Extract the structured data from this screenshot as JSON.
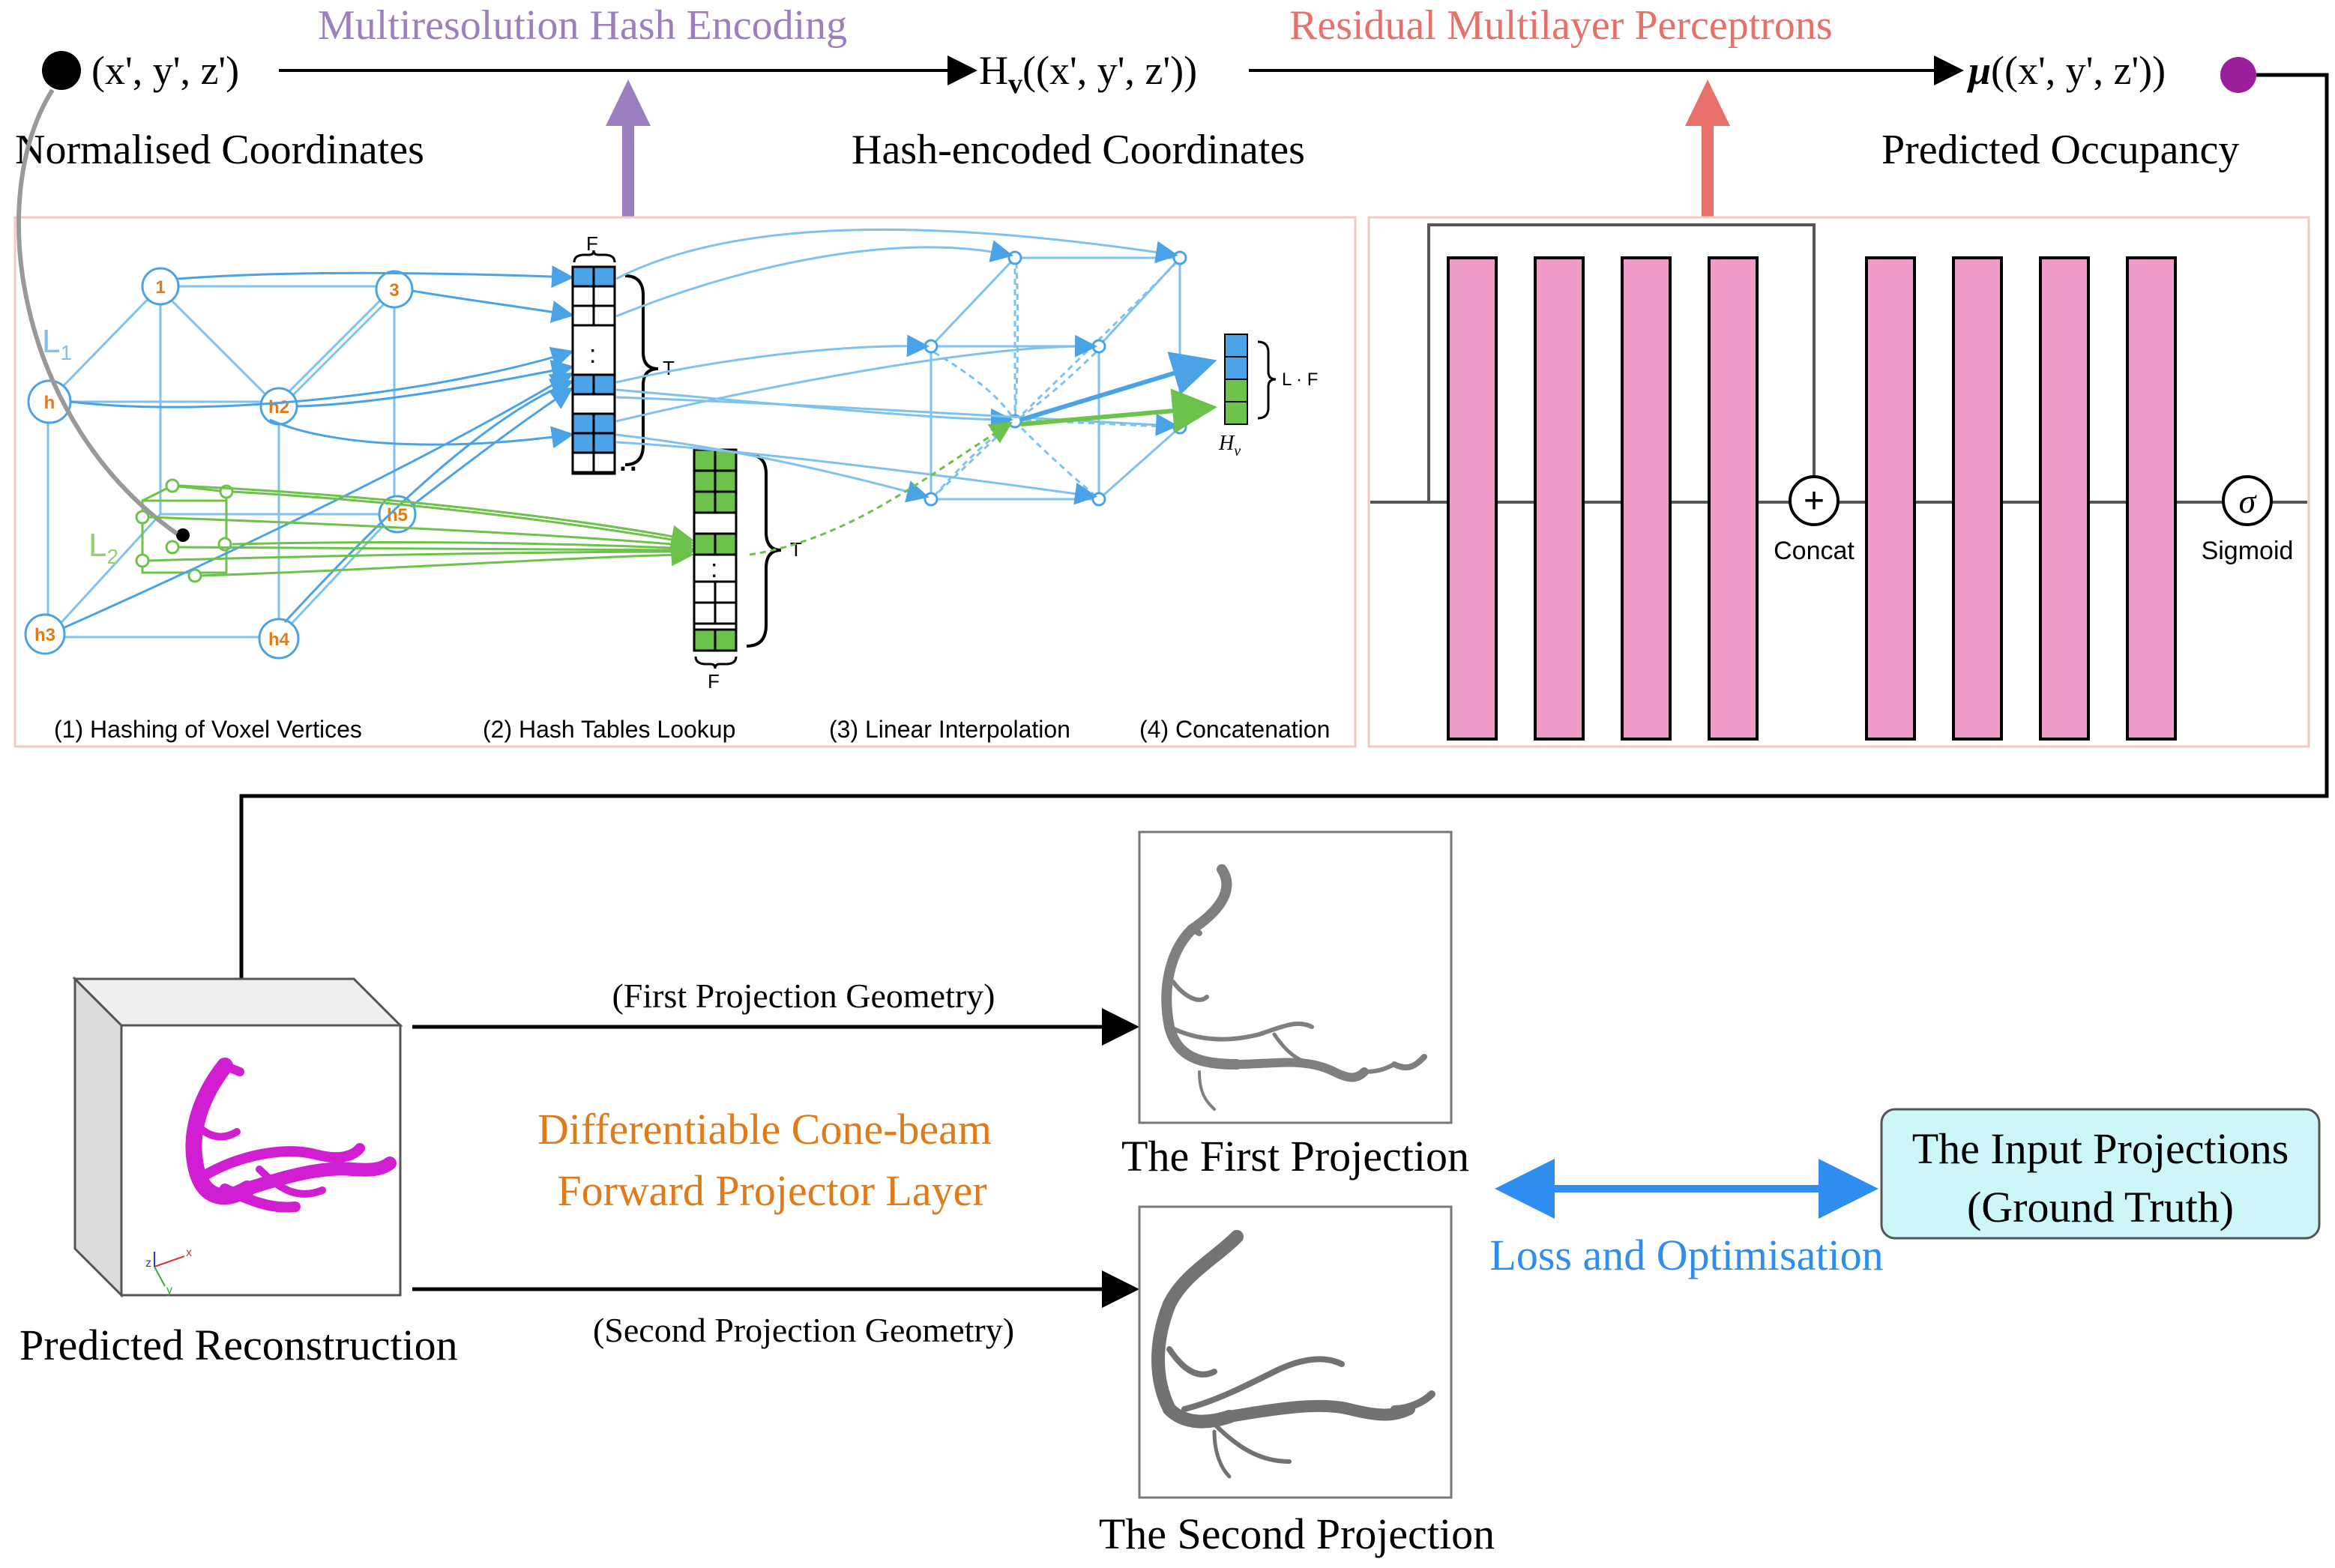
{
  "top": {
    "hash_title": "Multiresolution Hash Encoding",
    "mlp_title": "Residual Multilayer Perceptrons",
    "input_expr": "(x', y', z')",
    "hash_expr_prefix": "H",
    "hash_expr_sub": "v",
    "hash_expr_args": "((x', y', z'))",
    "output_expr_prefix": "μ",
    "output_expr_args": "((x', y', z'))",
    "input_label": "Normalised Coordinates",
    "hash_label": "Hash-encoded Coordinates",
    "output_label": "Predicted Occupancy"
  },
  "hash_panel": {
    "level1": "L",
    "level1_sub": "1",
    "level2": "L",
    "level2_sub": "2",
    "vertex_labels": [
      "1",
      "3",
      "h",
      "h2",
      "h3",
      "h4",
      "h5"
    ],
    "feature_dim": "F",
    "table_size": "T",
    "concat_label": "L · F",
    "hv_label": "H",
    "hv_sub": "v",
    "steps": [
      "(1) Hashing of Voxel Vertices",
      "(2) Hash Tables Lookup",
      "(3) Linear Interpolation",
      "(4) Concatenation"
    ],
    "dots": ":",
    "ellipsis": ".."
  },
  "mlp_panel": {
    "concat_label": "Concat",
    "sigmoid_label": "Sigmoid",
    "plus_symbol": "+",
    "sigma_symbol": "σ"
  },
  "bottom": {
    "reconstruction_label": "Predicted Reconstruction",
    "first_geometry": "(First Projection Geometry)",
    "second_geometry": "(Second Projection Geometry)",
    "projector_line1": "Differentiable Cone-beam",
    "projector_line2": "Forward Projector Layer",
    "first_projection": "The First Projection",
    "second_projection": "The Second Projection",
    "loss_label": "Loss and Optimisation",
    "gt_line1": "The Input Projections",
    "gt_line2": "(Ground Truth)",
    "axis_x": "x",
    "axis_y": "y",
    "axis_z": "z"
  },
  "colors": {
    "hash_purple": "#9b7fbf",
    "mlp_red": "#e8706a",
    "blue": "#4aa3e6",
    "green": "#6cc24a",
    "orange": "#e07b1a",
    "magenta": "#d21ed2",
    "pink": "#f09cc8",
    "loss_blue": "#2f8df0",
    "gt_fill": "#cdf6f8",
    "output_dot": "#9b1f9b"
  }
}
